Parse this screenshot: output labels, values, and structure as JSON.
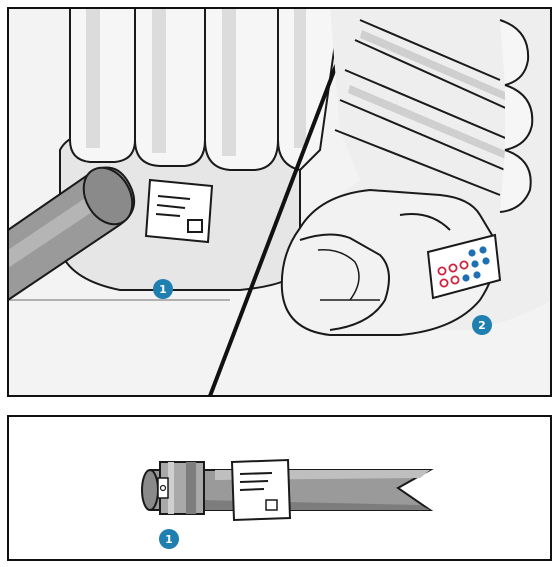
{
  "colors": {
    "outline": "#1a1a1a",
    "light_gray": "#eaeaea",
    "mid_gray": "#d4d4d4",
    "pipe_gray": "#9a9a9a",
    "pipe_dark": "#7d7d7d",
    "badge_blue": "#1e7fb0",
    "dot_red": "#d0243e",
    "dot_blue": "#1f6fb3"
  },
  "icons": {
    "radiator_label": "label-sticker-icon",
    "pipe_label": "label-sticker-icon",
    "dot_matrix_tag": "dot-code-tag-icon"
  },
  "markers": {
    "top_left": "1",
    "top_right": "2",
    "bottom": "1"
  }
}
